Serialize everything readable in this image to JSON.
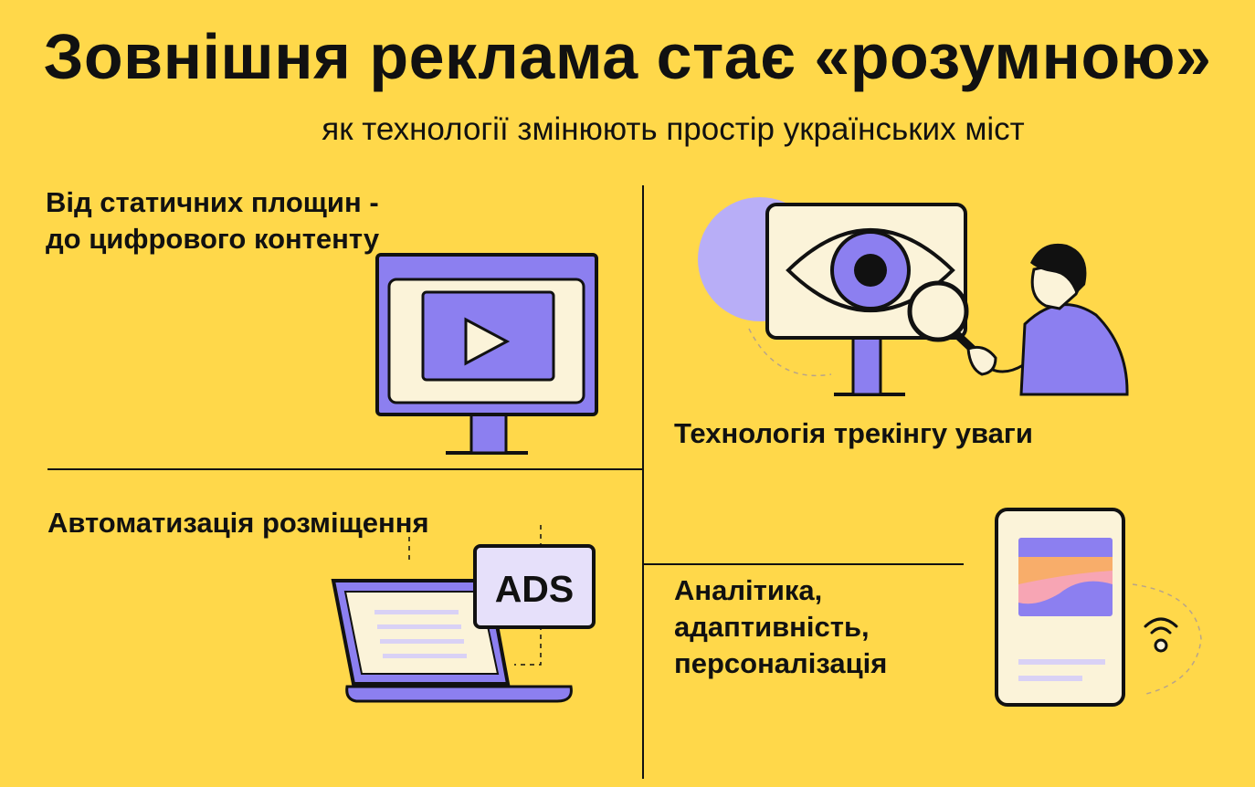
{
  "title": "Зовнішня реклама стає «розумною»",
  "subtitle": "як технології змінюють простір українських міст",
  "sections": {
    "static_to_digital": {
      "line1": "Від статичних площин -",
      "line2": " до цифрового контенту"
    },
    "attention_tracking": {
      "label": "Технологія трекінгу уваги"
    },
    "automation": {
      "label": "Автоматизація розміщення",
      "badge": "ADS"
    },
    "analytics": {
      "line1": "Аналітика,",
      "line2": "адаптивність,",
      "line3": "персоналізація"
    }
  },
  "colors": {
    "background": "#FFD84A",
    "purple": "#8C7FF0",
    "light_purple": "#B8AEF7",
    "cream": "#FBF3D9",
    "ink": "#111111",
    "pink": "#F7A5B4",
    "orange": "#F8B04A"
  }
}
